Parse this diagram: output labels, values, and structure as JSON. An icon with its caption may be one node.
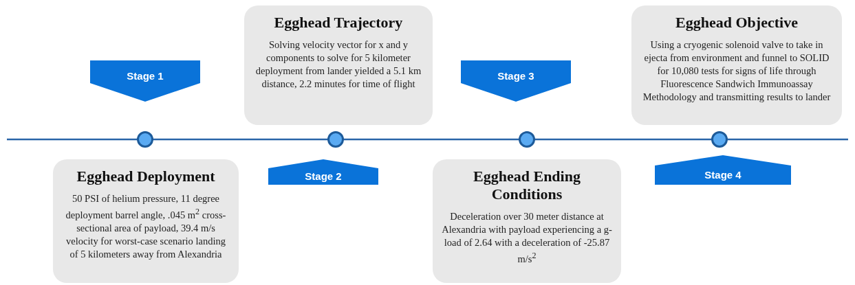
{
  "diagram": {
    "nodes": [
      {
        "text": [
          "Stage 1"
        ]
      },
      {
        "text": [
          "Egghead Deployment",
          "50 PSI of helium pressure, 11 degree deployment barrel angle, .045 m$^{2}$ cross-sectional area of payload, 39.4 m/s velocity for worst-case scenario landing of 5 kilometers away from Alexandria"
        ]
      },
      {
        "text": [],
        "shape": "circle"
      },
      {
        "text": [
          "Egghead Trajectory",
          "Solving velocity vector for x and y components to solve for 5 kilometer deployment from lander yielded a 5.1 km distance, 2.2 minutes for time of flight"
        ]
      },
      {
        "text": [
          "Stage 2"
        ]
      },
      {
        "text": [],
        "shape": "circle"
      },
      {
        "text": [
          "Stage 3"
        ]
      },
      {
        "text": [
          "Egghead Ending Conditions",
          "Deceleration over 30 meter distance at Alexandria with payload experiencing a g-load of 2.64 with a deceleration of -25.87 m/s$^{2}$"
        ]
      },
      {
        "text": [],
        "shape": "circle"
      },
      {
        "text": [
          "Egghead Objective",
          "Using a cryogenic solenoid valve to take in ejecta from environment and funnel to SOLID for 10,080 tests for signs of life through Fluorescence Sandwich Immunoassay Methodology and transmitting results to lander"
        ]
      },
      {
        "text": [
          "Stage 4"
        ]
      },
      {
        "text": [],
        "shape": "circle"
      }
    ]
  }
}
